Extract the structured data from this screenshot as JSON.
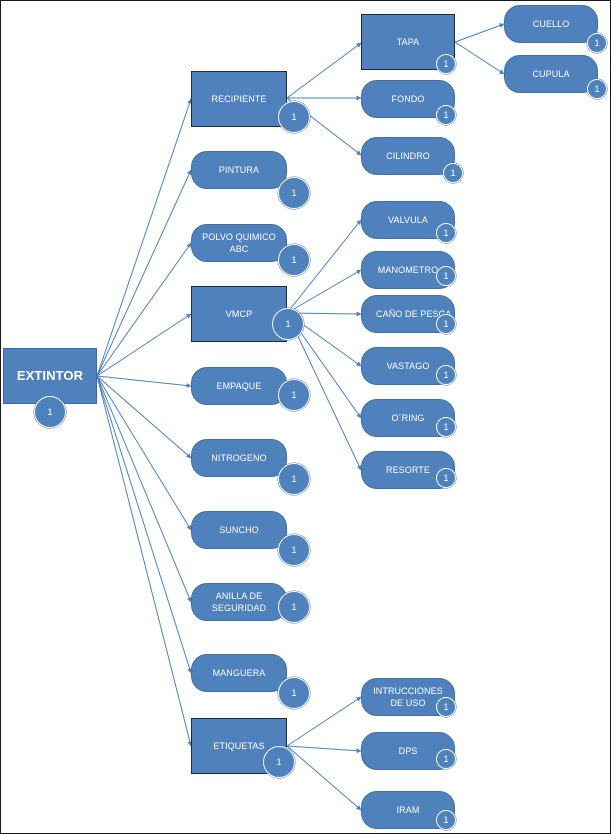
{
  "diagram": {
    "root": {
      "label": "EXTINTOR",
      "count": "1"
    },
    "nodes": {
      "recipiente": {
        "label": "RECIPIENTE",
        "count": "1"
      },
      "pintura": {
        "label": "PINTURA",
        "count": "1"
      },
      "polvo": {
        "label": "POLVO QUIMICO ABC",
        "count": "1"
      },
      "vmcp": {
        "label": "VMCP",
        "count": "1"
      },
      "empaque": {
        "label": "EMPAQUE",
        "count": "1"
      },
      "nitrogeno": {
        "label": "NITROGENO",
        "count": "1"
      },
      "suncho": {
        "label": "SUNCHO",
        "count": "1"
      },
      "anilla": {
        "label": "ANILLA DE SEGURIDAD",
        "count": "1"
      },
      "manguera": {
        "label": "MANGUERA",
        "count": "1"
      },
      "etiquetas": {
        "label": "ETIQUETAS",
        "count": "1"
      },
      "tapa": {
        "label": "TAPA",
        "count": "1"
      },
      "fondo": {
        "label": "FONDO",
        "count": "1"
      },
      "cilindro": {
        "label": "CILINDRO",
        "count": "1"
      },
      "cuello": {
        "label": "CUELLO",
        "count": "1"
      },
      "cupula": {
        "label": "CUPULA",
        "count": "1"
      },
      "valvula": {
        "label": "VALVULA",
        "count": "1"
      },
      "manometro": {
        "label": "MANOMETRO",
        "count": "1"
      },
      "cano": {
        "label": "CAÑO DE PESCA",
        "count": "1"
      },
      "vastago": {
        "label": "VASTAGO",
        "count": "1"
      },
      "oring": {
        "label": "O´RING",
        "count": "1"
      },
      "resorte": {
        "label": "RESORTE",
        "count": "1"
      },
      "instrucciones": {
        "label": "INTRUCCIONES DE USO",
        "count": "1"
      },
      "dps": {
        "label": "DPS",
        "count": "1"
      },
      "iram": {
        "label": "IRAM",
        "count": "1"
      }
    }
  },
  "colors": {
    "node_fill": "#4f81bd",
    "edge": "#4f81bd",
    "rect_border": "#1f2d3d",
    "text": "#ffffff"
  }
}
